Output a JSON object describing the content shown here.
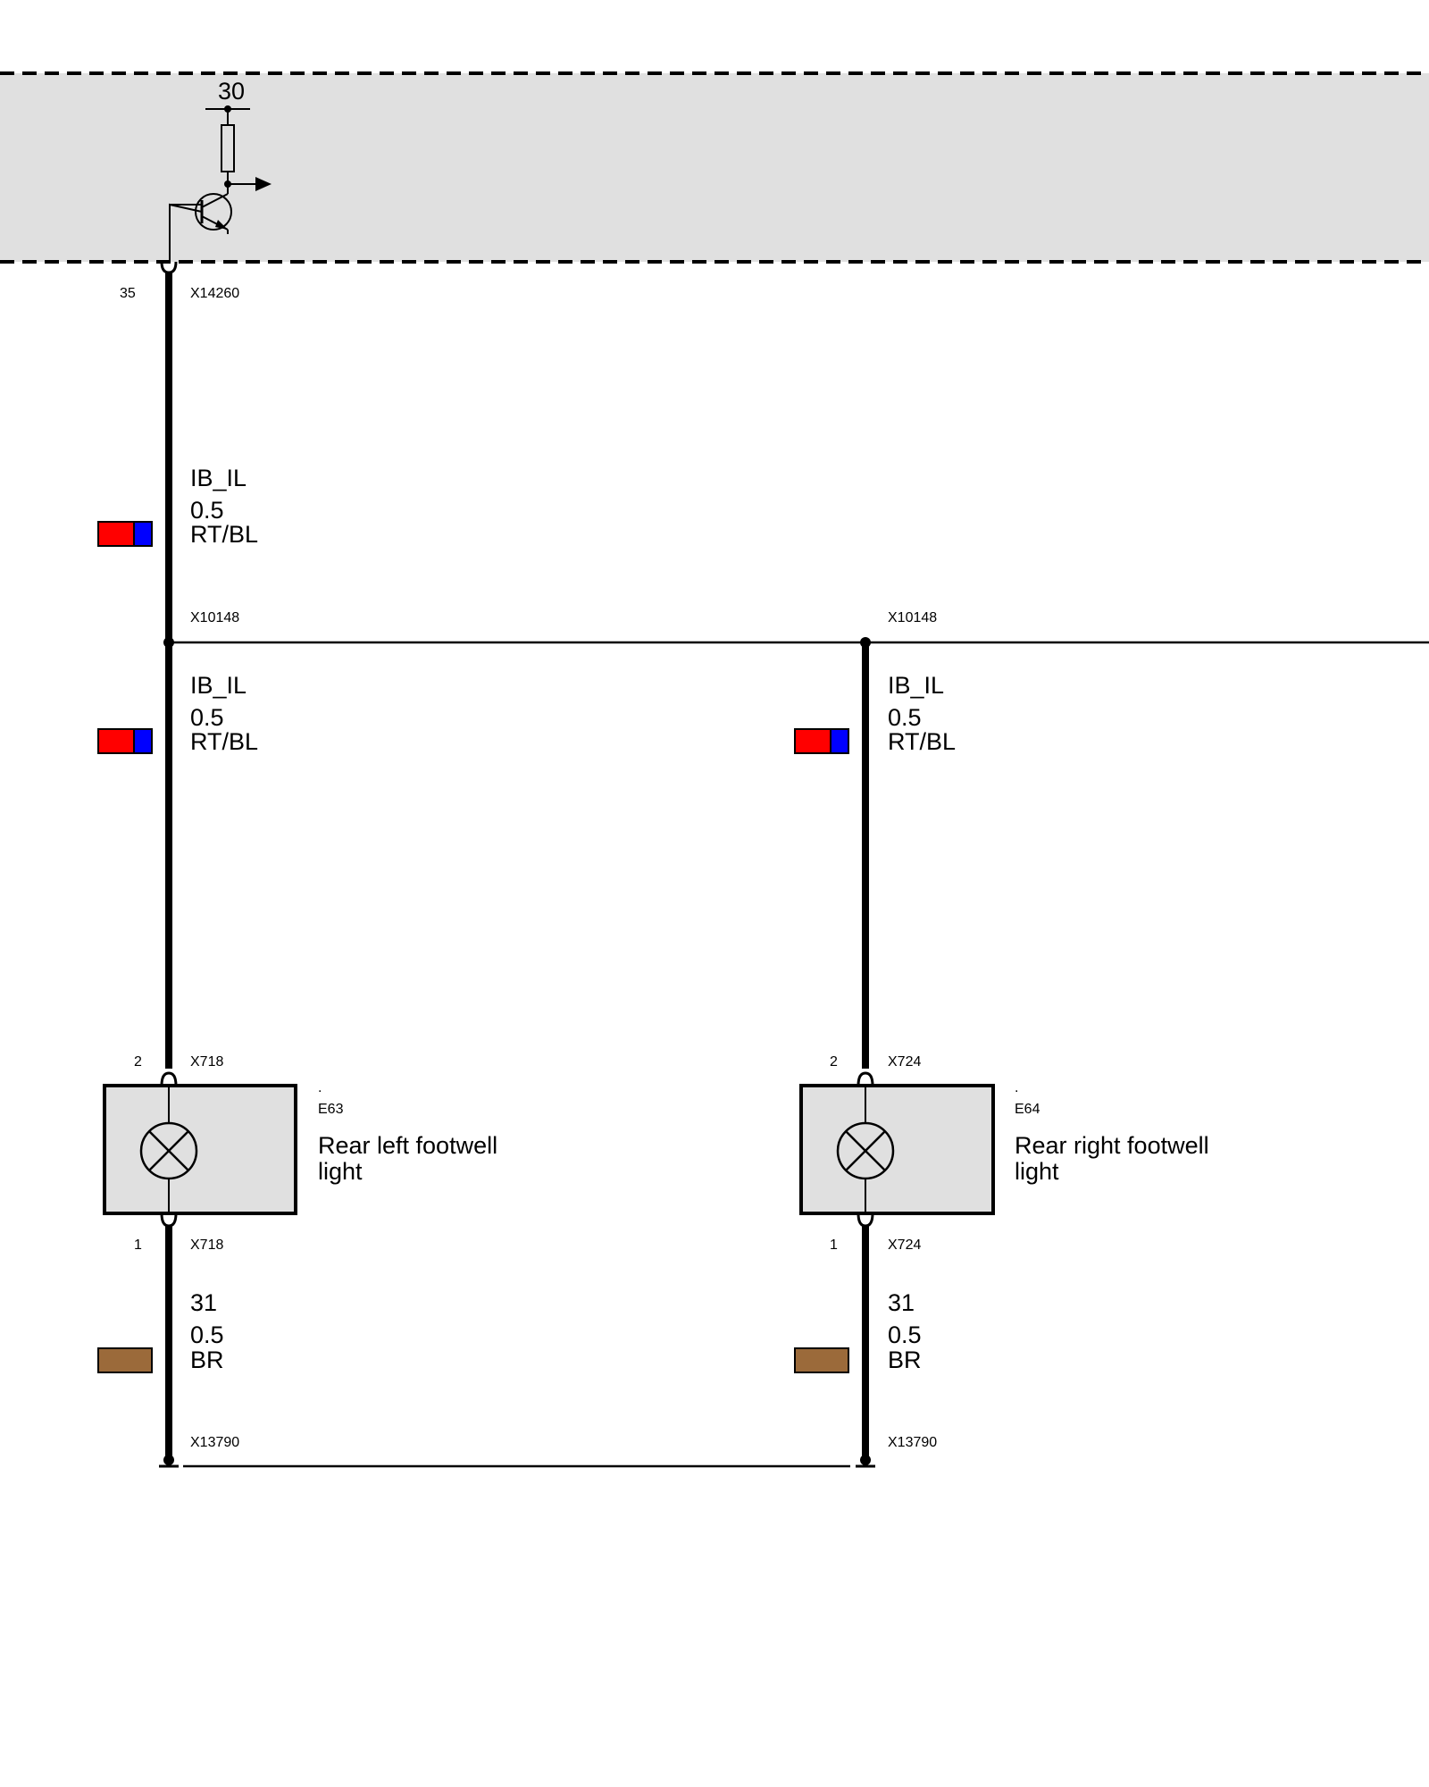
{
  "control_unit": {
    "terminal": "30",
    "output_pin": "35",
    "output_connector": "X14260"
  },
  "feed_wire": {
    "signal": "IB_IL",
    "size": "0.5",
    "color_code": "RT/BL",
    "colors": [
      "#ff0000",
      "#0000ff"
    ]
  },
  "splice": {
    "left_label": "X10148",
    "right_label": "X10148"
  },
  "branches": [
    {
      "wire": {
        "signal": "IB_IL",
        "size": "0.5",
        "color_code": "RT/BL",
        "colors": [
          "#ff0000",
          "#0000ff"
        ]
      },
      "top_pin": "2",
      "top_connector": "X718",
      "component": {
        "dot": ".",
        "id": "E63",
        "name_line1": "Rear left footwell",
        "name_line2": "light"
      },
      "bottom_pin": "1",
      "bottom_connector": "X718",
      "ground_wire": {
        "signal": "31",
        "size": "0.5",
        "color_code": "BR",
        "colors": [
          "#9b6a3a"
        ]
      },
      "ground_connector": "X13790"
    },
    {
      "wire": {
        "signal": "IB_IL",
        "size": "0.5",
        "color_code": "RT/BL",
        "colors": [
          "#ff0000",
          "#0000ff"
        ]
      },
      "top_pin": "2",
      "top_connector": "X724",
      "component": {
        "dot": ".",
        "id": "E64",
        "name_line1": "Rear right footwell",
        "name_line2": "light"
      },
      "bottom_pin": "1",
      "bottom_connector": "X724",
      "ground_wire": {
        "signal": "31",
        "size": "0.5",
        "color_code": "BR",
        "colors": [
          "#9b6a3a"
        ]
      },
      "ground_connector": "X13790"
    }
  ],
  "style": {
    "module_fill": "#e0e0e0",
    "component_fill": "#e0e0e0",
    "wire_color": "#000000"
  }
}
